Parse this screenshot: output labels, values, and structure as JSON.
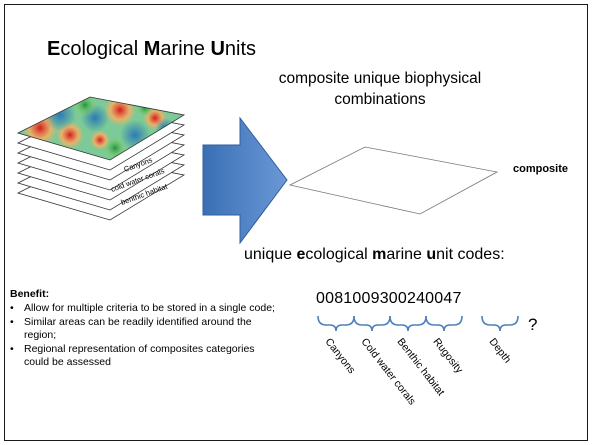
{
  "title": {
    "part1_bold": "E",
    "part1_rest": "cological ",
    "part2_bold": "M",
    "part2_rest": "arine ",
    "part3_bold": "U",
    "part3_rest": "nits"
  },
  "subtitle": "composite unique biophysical combinations",
  "layers": {
    "labels": [
      "Canyons",
      "cold water corals",
      "benthic habitat"
    ]
  },
  "composite_label": "composite",
  "codes_heading": {
    "t1": "unique ",
    "b1": "e",
    "t2": "cological ",
    "b2": "m",
    "t3": "arine ",
    "b3": "u",
    "t4": "nit codes:"
  },
  "benefit": {
    "title": "Benefit:",
    "bullet": "•",
    "items": [
      "Allow for multiple criteria to be stored in a single code;",
      "Similar areas can be readily identified around the region;",
      "Regional representation of composites categories could be assessed"
    ]
  },
  "code": "0081009300240047",
  "code_segments": [
    "Canyons",
    "Cold water corals",
    "Benthic habitat",
    "Rugosity",
    "Depth"
  ],
  "question": "?",
  "colors": {
    "arrow_fill": "#4a7fc4",
    "arrow_light": "#6d9ad6",
    "bracket": "#4f81bd",
    "layer_stroke": "#333333"
  }
}
